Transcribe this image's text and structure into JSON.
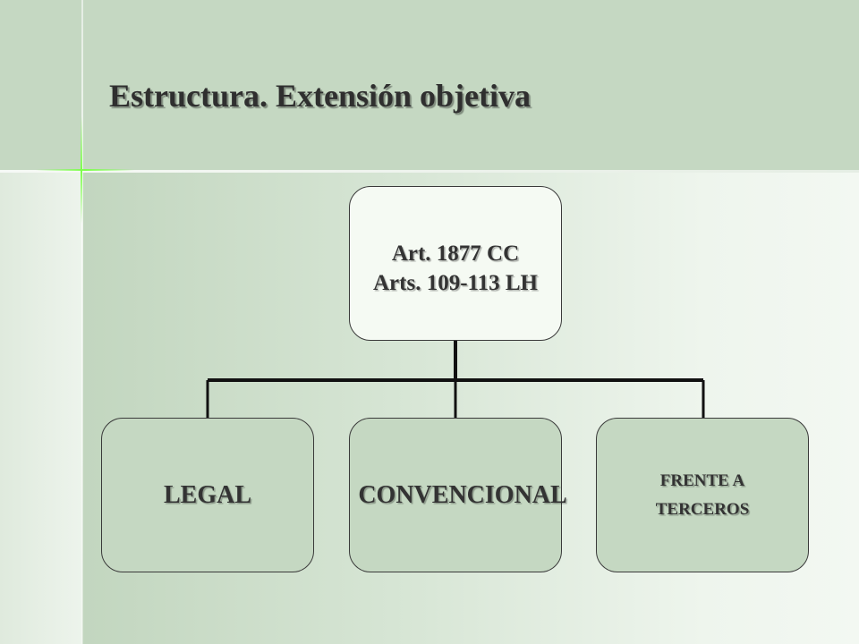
{
  "slide": {
    "title": "Estructura. Extensión objetiva"
  },
  "diagram": {
    "root": {
      "lines": [
        "Art. 1877 CC",
        "Arts. 109-113 LH"
      ]
    },
    "children": [
      {
        "lines": [
          "LEGAL"
        ]
      },
      {
        "lines": [
          "CONVENCIONAL"
        ]
      },
      {
        "lines": [
          "FRENTE A",
          "TERCEROS"
        ]
      }
    ]
  },
  "colors": {
    "background": "#c5d8c2",
    "root_fill": "#f5faf3",
    "border": "#3a3a3a",
    "accent_spark": "#7cff4a"
  }
}
